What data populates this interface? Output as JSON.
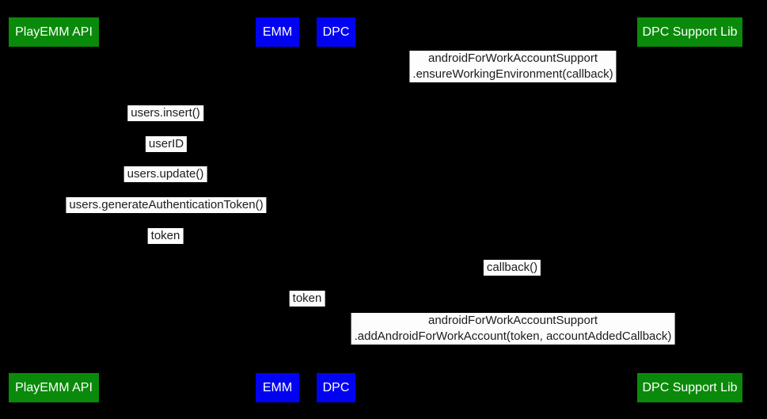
{
  "diagram": {
    "type": "sequence-diagram",
    "colors": {
      "background": "#000000",
      "actor_green": "#0a8a0a",
      "actor_blue": "#0202f2",
      "actor_text": "#ffffff",
      "label_bg": "#fdfdfd",
      "label_text": "#1c1c1c"
    },
    "actors": [
      {
        "label": "PlayEMM API"
      },
      {
        "label": "EMM"
      },
      {
        "label": "DPC"
      },
      {
        "label": "DPC Support Lib"
      }
    ],
    "messages": [
      {
        "line1": "androidForWorkAccountSupport",
        "line2": ".ensureWorkingEnvironment(callback)",
        "from": "DPC",
        "to": "DPC Support Lib"
      },
      {
        "line1": "users.insert()",
        "from": "PlayEMM API",
        "to": "EMM"
      },
      {
        "line1": "userID",
        "from": "PlayEMM API",
        "to": "EMM"
      },
      {
        "line1": "users.update()",
        "from": "PlayEMM API",
        "to": "EMM"
      },
      {
        "line1": "users.generateAuthenticationToken()",
        "from": "PlayEMM API",
        "to": "EMM"
      },
      {
        "line1": "token",
        "from": "PlayEMM API",
        "to": "EMM"
      },
      {
        "line1": "callback()",
        "from": "DPC Support Lib",
        "to": "DPC"
      },
      {
        "line1": "token",
        "from": "EMM",
        "to": "DPC"
      },
      {
        "line1": "androidForWorkAccountSupport",
        "line2": ".addAndroidForWorkAccount(token, accountAddedCallback)",
        "from": "DPC",
        "to": "DPC Support Lib"
      }
    ]
  }
}
